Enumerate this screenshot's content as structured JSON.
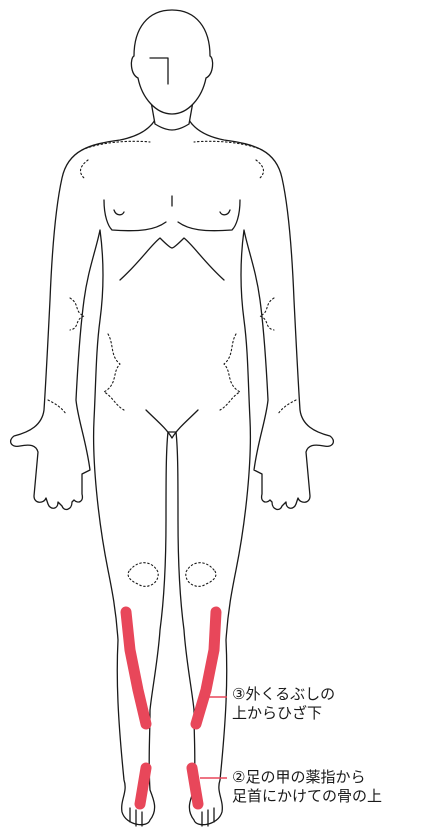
{
  "colors": {
    "highlight": "#e8475a",
    "outline": "#1a1a1a",
    "background": "#ffffff"
  },
  "annotations": [
    {
      "id": "zone-3",
      "lines": [
        "③外くるぶしの",
        "上からひざ下"
      ]
    },
    {
      "id": "zone-2",
      "lines": [
        "②足の甲の薬指から",
        "足首にかけての骨の上"
      ]
    }
  ]
}
